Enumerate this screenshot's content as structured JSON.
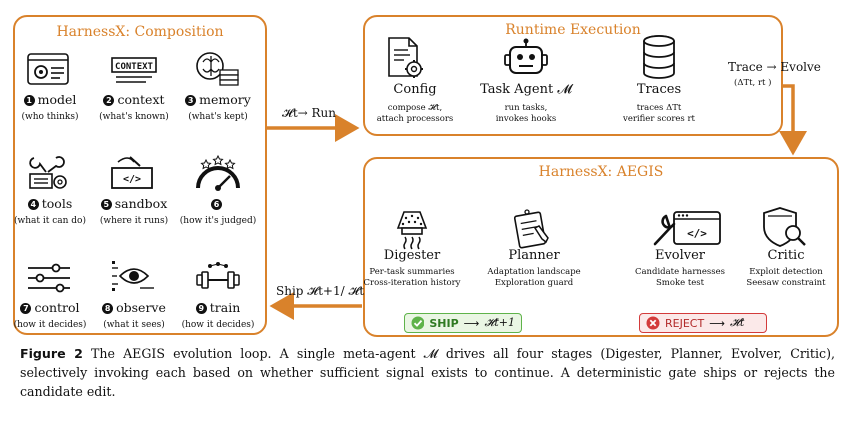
{
  "figure": {
    "composition": {
      "title": "HarnessX: Composition",
      "cells": [
        {
          "num": "1",
          "name": "model",
          "sub": "(who thinks)",
          "icon": "model-icon"
        },
        {
          "num": "2",
          "name": "context",
          "sub": "(what's known)",
          "icon": "context-icon",
          "icon_text": "CONTEXT"
        },
        {
          "num": "3",
          "name": "memory",
          "sub": "(what's kept)",
          "icon": "memory-icon"
        },
        {
          "num": "4",
          "name": "tools",
          "sub": "(what it can do)",
          "icon": "tools-icon"
        },
        {
          "num": "5",
          "name": "sandbox",
          "sub": "(where it runs)",
          "icon": "sandbox-icon",
          "icon_text": "</>"
        },
        {
          "num": "6",
          "name": "",
          "sub": "(how it's judged)",
          "icon": "gauge-icon"
        },
        {
          "num": "7",
          "name": "control",
          "sub": "(how it decides)",
          "icon": "control-icon"
        },
        {
          "num": "8",
          "name": "observe",
          "sub": "(what it sees)",
          "icon": "observe-icon"
        },
        {
          "num": "9",
          "name": "train",
          "sub": "(how it decides)",
          "icon": "train-icon"
        }
      ]
    },
    "runtime": {
      "title": "Runtime Execution",
      "nodes": [
        {
          "name": "Config",
          "sub1": "compose 𝓗t,",
          "sub2": "attach processors",
          "icon": "config-icon"
        },
        {
          "name": "Task Agent 𝓜",
          "sub1": "run tasks,",
          "sub2": "invokes hooks",
          "icon": "robot-icon"
        },
        {
          "name": "Traces",
          "sub1": "traces ΔTt",
          "sub2": "verifier scores rt",
          "icon": "database-icon"
        }
      ]
    },
    "aegis": {
      "title": "HarnessX: AEGIS",
      "nodes": [
        {
          "name": "Digester",
          "sub1": "Per-task summaries",
          "sub2": "Cross-iteration history",
          "icon": "digester-icon"
        },
        {
          "name": "Planner",
          "sub1": "Adaptation landscape",
          "sub2": "Exploration guard",
          "icon": "planner-icon"
        },
        {
          "name": "Evolver",
          "sub1": "Candidate harnesses",
          "sub2": "Smoke test",
          "icon": "evolver-icon",
          "icon_text": "</>"
        },
        {
          "name": "Critic",
          "sub1": "Exploit detection",
          "sub2": "Seesaw constraint",
          "icon": "critic-icon"
        }
      ],
      "ship": {
        "label": "SHIP",
        "target": "𝓗t+1"
      },
      "reject": {
        "label": "REJECT",
        "target": "𝓗t"
      }
    },
    "arrows": {
      "run_label": "𝓗t→ Run",
      "trace_label": "Trace → Evolve",
      "trace_sub": "(ΔTt, rt )",
      "ship_label": "Ship  𝓗t+1/  𝓗t"
    },
    "colors": {
      "accent": "#d9822b",
      "ship": "#5fb34a",
      "reject": "#d33b3b"
    }
  },
  "caption": {
    "label": "Figure 2",
    "text": "The AEGIS evolution loop. A single meta-agent 𝓜 drives all four stages (Digester, Planner, Evolver, Critic), selectively invoking each based on whether sufficient signal exists to continue. A deterministic gate ships or rejects the candidate edit."
  }
}
